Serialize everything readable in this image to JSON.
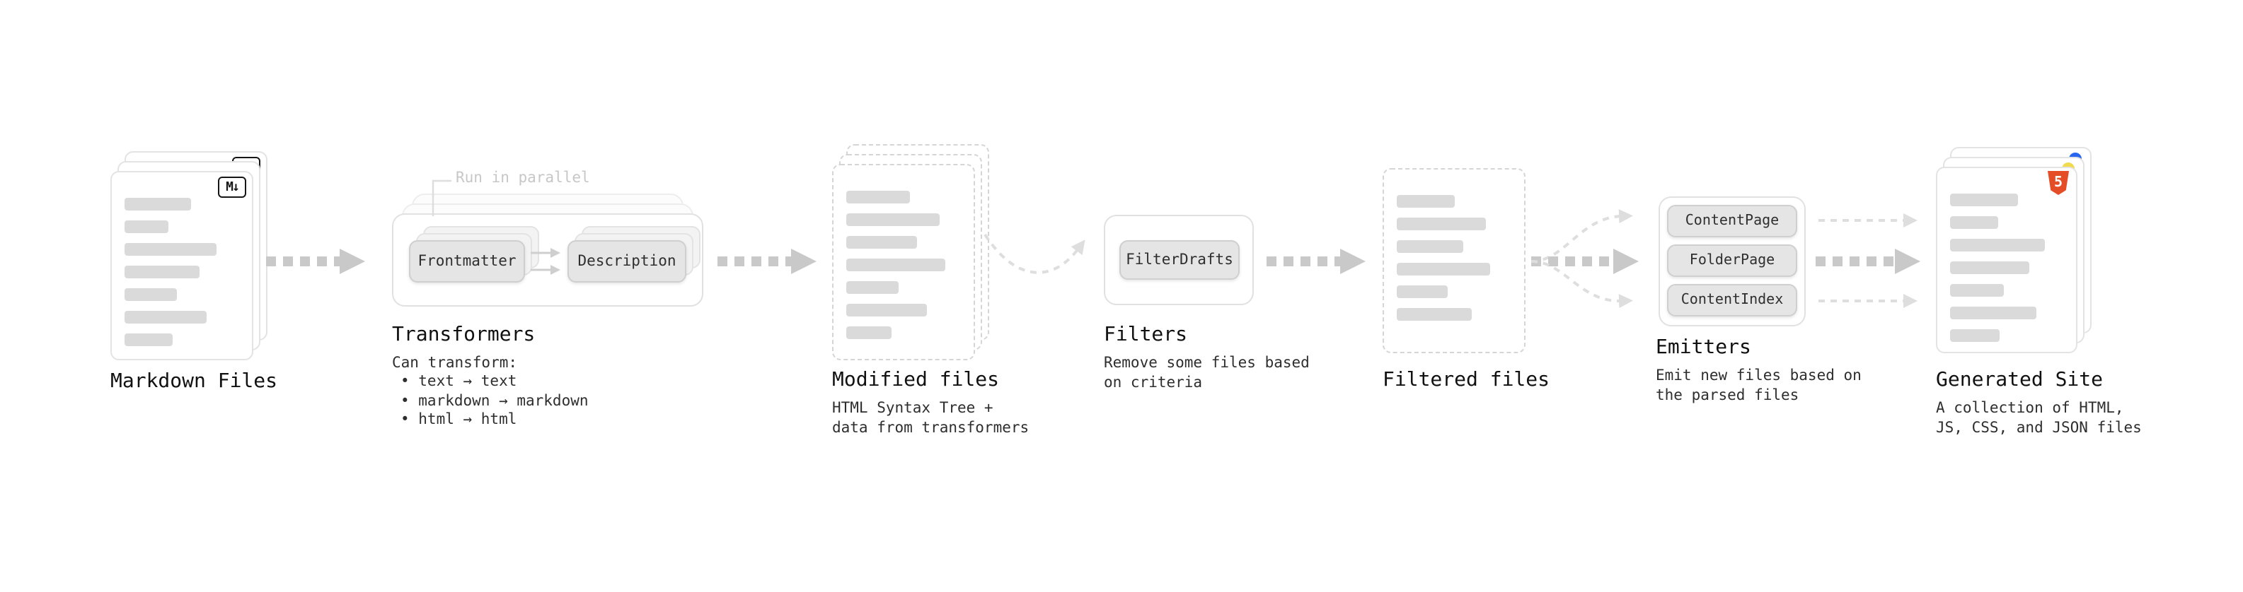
{
  "colors": {
    "arrow_strong": "#c9c9c9",
    "arrow_light": "#dedede",
    "card_border": "#e3e3e3",
    "placeholder_bar": "#dadada",
    "chip_bg": "#e5e5e5",
    "label_text": "#111111",
    "annotation_text": "#c7c7c7",
    "html5_orange": "#e44d26",
    "js_yellow": "#f0db4f",
    "css_blue": "#2965f1"
  },
  "nodes": {
    "markdown_files": {
      "label": "Markdown Files",
      "badge": "M↓"
    },
    "transformers": {
      "label": "Transformers",
      "annotation": "Run in parallel",
      "chips": [
        "Frontmatter",
        "Description"
      ],
      "desc_title": "Can transform:",
      "bullets": [
        "• text → text",
        "• markdown → markdown",
        "• html → html"
      ]
    },
    "modified_files": {
      "label": "Modified files",
      "description": "HTML Syntax Tree +\ndata from transformers"
    },
    "filters": {
      "label": "Filters",
      "chip": "FilterDrafts",
      "description": "Remove some files based\non criteria"
    },
    "filtered_files": {
      "label": "Filtered files"
    },
    "emitters": {
      "label": "Emitters",
      "chips": [
        "ContentPage",
        "FolderPage",
        "ContentIndex"
      ],
      "description": "Emit new files based on\nthe parsed files"
    },
    "generated_site": {
      "label": "Generated Site",
      "badge": "5",
      "description": "A collection of HTML,\nJS, CSS, and JSON files"
    }
  }
}
